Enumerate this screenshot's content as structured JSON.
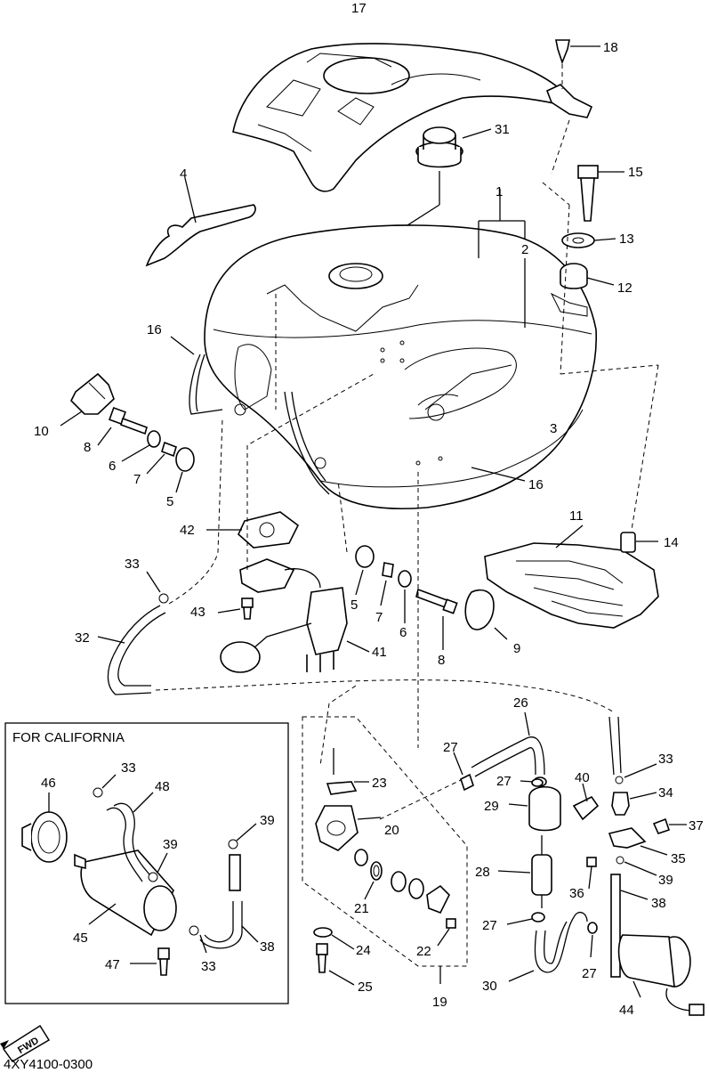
{
  "diagram": {
    "drawing_code": "4XY4100-0300",
    "inset_title": "FOR CALIFORNIA",
    "direction_badge": "FWD",
    "callouts": {
      "c1": "1",
      "c2": "2",
      "c3": "3",
      "c4": "4",
      "c5a": "5",
      "c5b": "5",
      "c6a": "6",
      "c6b": "6",
      "c7a": "7",
      "c7b": "7",
      "c8a": "8",
      "c8b": "8",
      "c9": "9",
      "c10": "10",
      "c11": "11",
      "c12": "12",
      "c13": "13",
      "c14": "14",
      "c15": "15",
      "c16a": "16",
      "c16b": "16",
      "c17": "17",
      "c18": "18",
      "c19": "19",
      "c20": "20",
      "c21": "21",
      "c22": "22",
      "c23": "23",
      "c24": "24",
      "c25": "25",
      "c26": "26",
      "c27a": "27",
      "c27b": "27",
      "c27c": "27",
      "c27d": "27",
      "c28": "28",
      "c29": "29",
      "c30": "30",
      "c31": "31",
      "c32": "32",
      "c33a": "33",
      "c33b": "33",
      "c33c": "33",
      "c33d": "33",
      "c34": "34",
      "c35": "35",
      "c36": "36",
      "c37": "37",
      "c38a": "38",
      "c38b": "38",
      "c39a": "39",
      "c39b": "39",
      "c39c": "39",
      "c40": "40",
      "c41": "41",
      "c42": "42",
      "c43": "43",
      "c44": "44",
      "c45": "45",
      "c46": "46",
      "c47": "47",
      "c48": "48"
    }
  }
}
